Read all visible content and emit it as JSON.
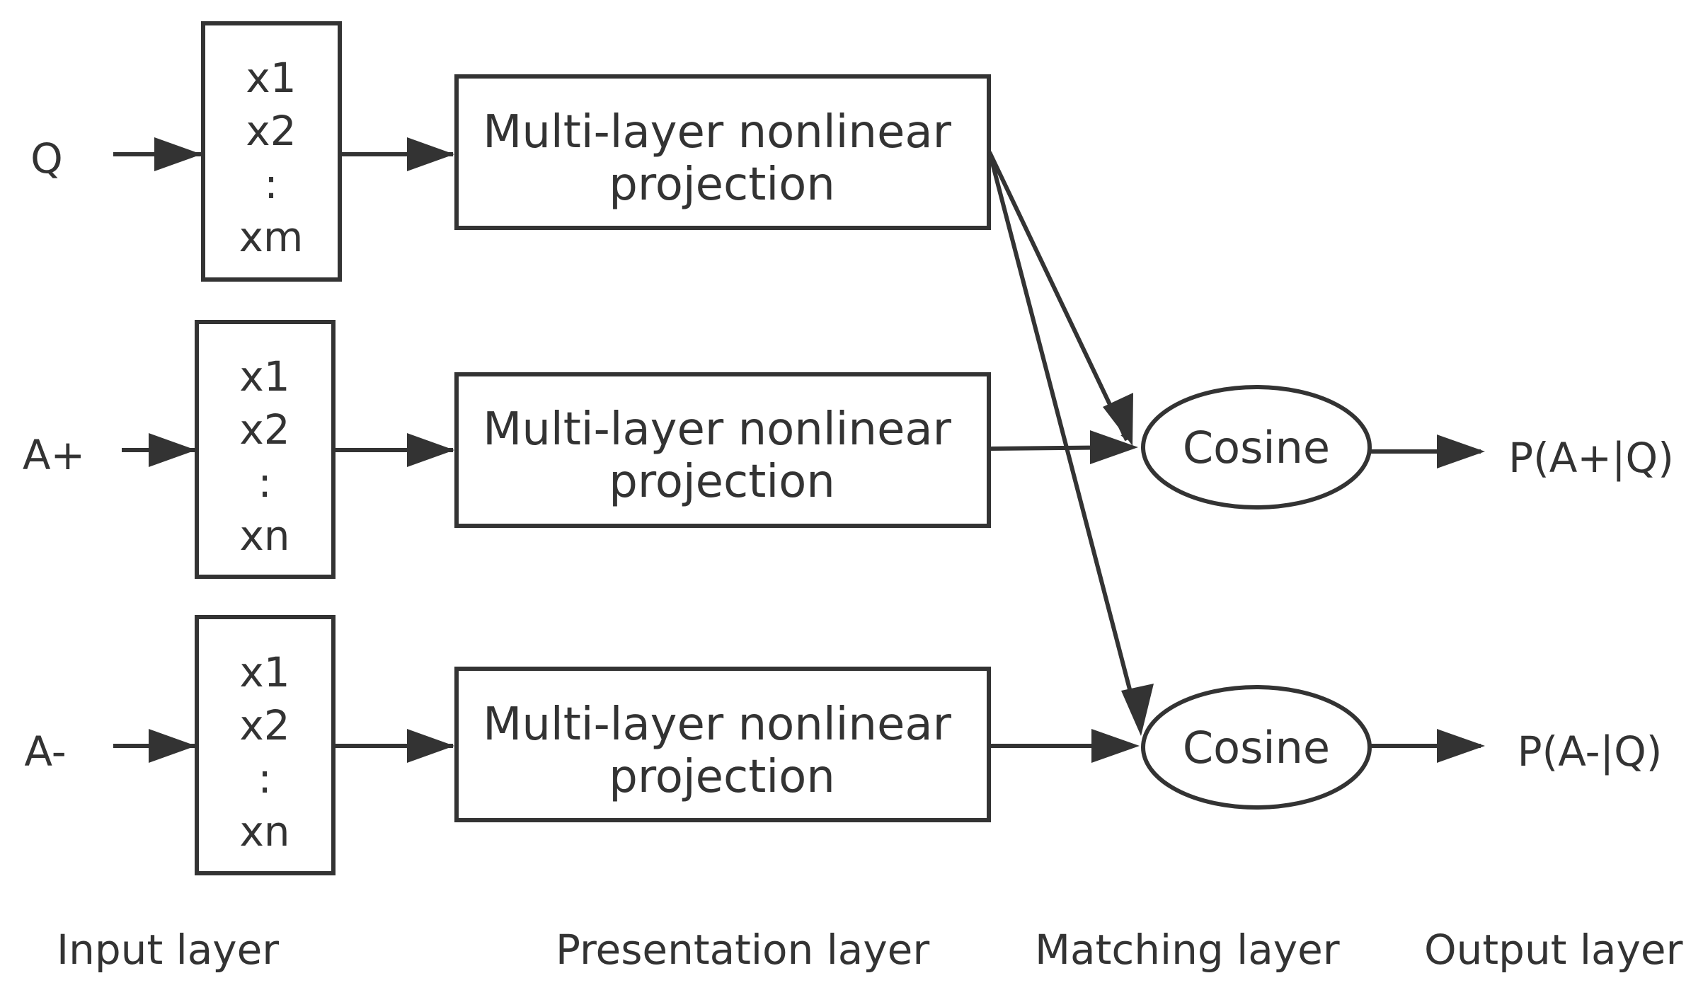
{
  "diagram": {
    "rows": [
      {
        "label": "Q",
        "inputs": [
          "x1",
          "x2",
          ":",
          "xm"
        ],
        "projection": [
          "Multi-layer nonlinear",
          "projection"
        ]
      },
      {
        "label": "A+",
        "inputs": [
          "x1",
          "x2",
          ":",
          "xn"
        ],
        "projection": [
          "Multi-layer nonlinear",
          "projection"
        ]
      },
      {
        "label": "A-",
        "inputs": [
          "x1",
          "x2",
          ":",
          "xn"
        ],
        "projection": [
          "Multi-layer nonlinear",
          "projection"
        ]
      }
    ],
    "matchers": [
      {
        "label": "Cosine",
        "output": "P(A+|Q)"
      },
      {
        "label": "Cosine",
        "output": "P(A-|Q)"
      }
    ],
    "layers": [
      "Input layer",
      "Presentation layer",
      "Matching layer",
      "Output layer"
    ],
    "colors": {
      "stroke": "#333333",
      "text": "#333333",
      "background": "#ffffff"
    }
  }
}
